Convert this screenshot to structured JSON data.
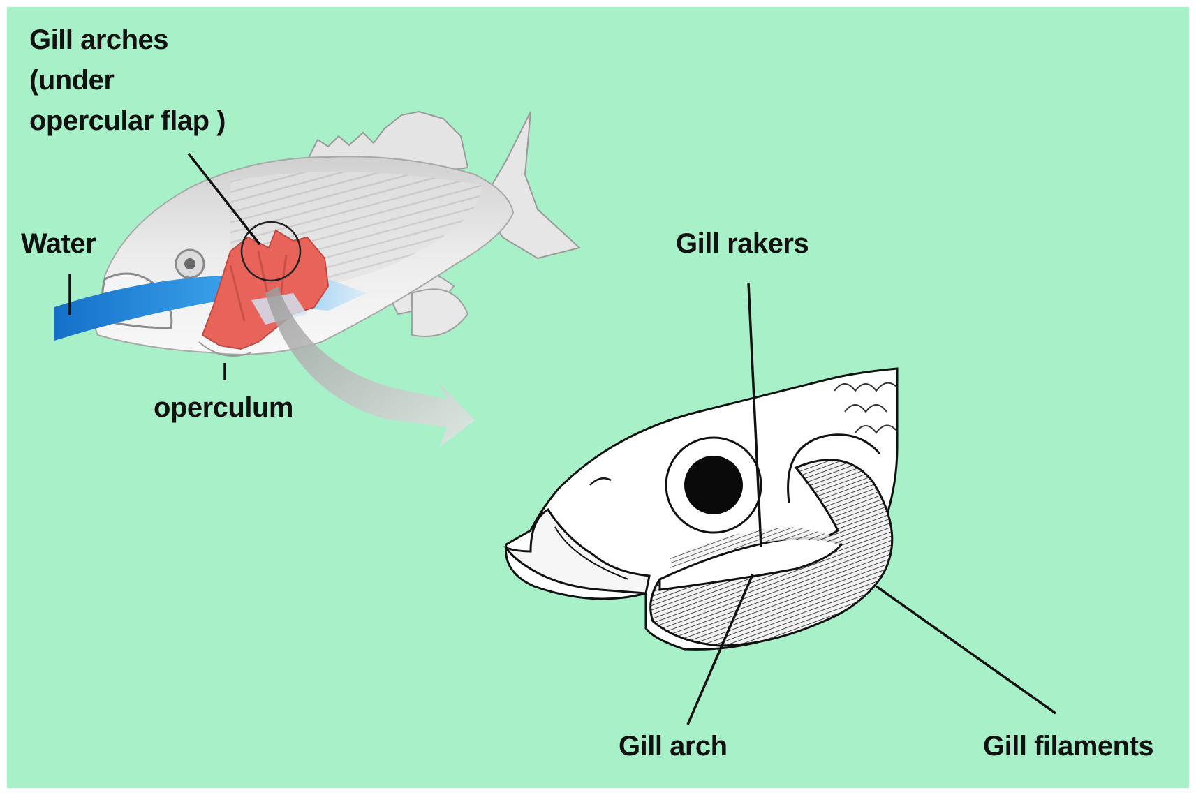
{
  "labels": {
    "gill_arches": [
      "Gill arches",
      "(under",
      "opercular flap )"
    ],
    "water": "Water",
    "operculum": "operculum",
    "gill_rakers": "Gill rakers",
    "gill_arch": "Gill arch",
    "gill_filaments": "Gill filaments"
  },
  "colors": {
    "background": "#a8f0c8",
    "gill_tissue": "#e8645a",
    "water_flow": "#1a7fd6",
    "fish_body": "#e8e8e8",
    "leader_lines": "#111111"
  },
  "icons": {
    "large_fish": "fish-side-view-illustration",
    "fish_head": "fish-head-line-drawing",
    "magnify_arrow": "curved-arrow-icon"
  }
}
